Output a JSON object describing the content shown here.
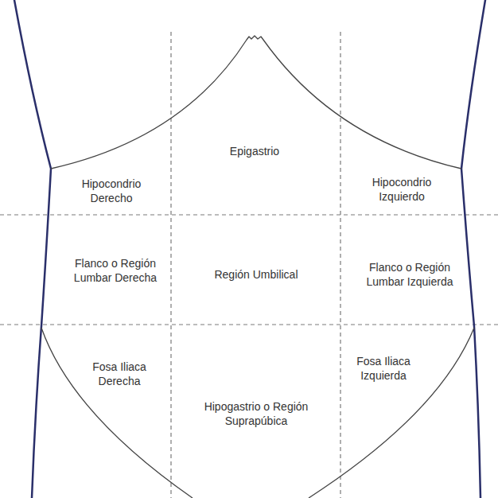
{
  "diagram": {
    "labels": [
      "Epigastrio",
      "Hipocondrio Derecho",
      "Hipocondrio Izquierdo",
      "Flanco o Región Lumbar Derecha",
      "Región Umbilical",
      "Flanco o Región Lumbar Izquierda",
      "Fosa Iliaca Derecha",
      "Fosa Iliaca Izquierda",
      "Hipogastrio o Región Suprapúbica"
    ]
  }
}
